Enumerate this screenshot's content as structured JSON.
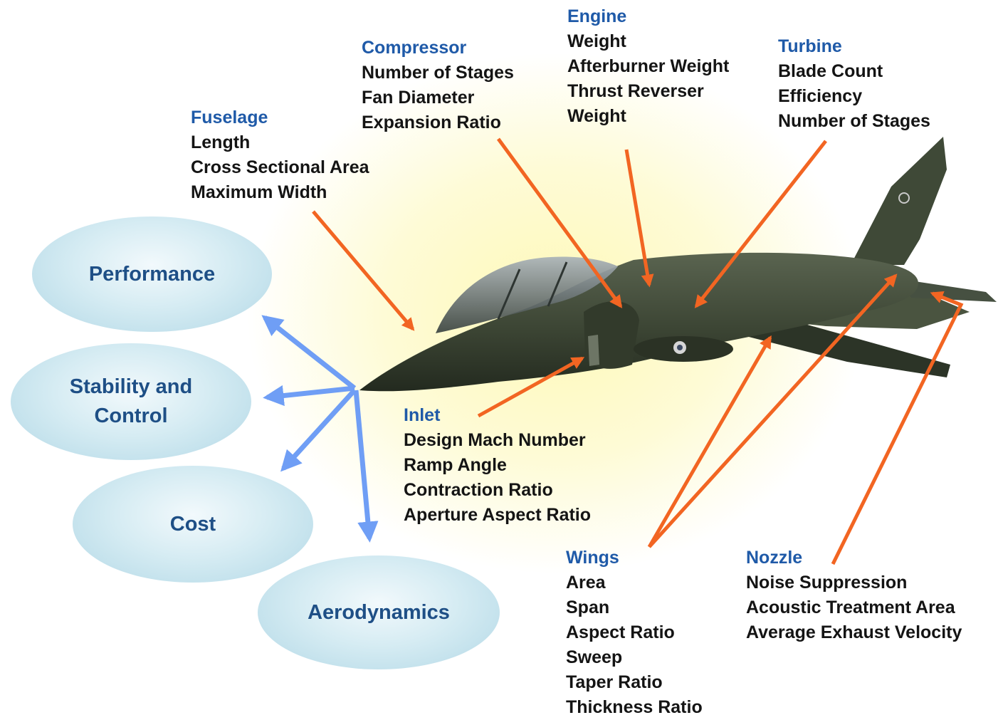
{
  "groups": {
    "fuselage": {
      "title": "Fuselage",
      "items": [
        "Length",
        "Cross Sectional Area",
        "Maximum Width"
      ]
    },
    "compressor": {
      "title": "Compressor",
      "items": [
        "Number of Stages",
        "Fan Diameter",
        "Expansion Ratio"
      ]
    },
    "engine": {
      "title": "Engine",
      "items": [
        "Weight",
        "Afterburner Weight",
        "Thrust Reverser",
        "Weight"
      ]
    },
    "turbine": {
      "title": "Turbine",
      "items": [
        "Blade Count",
        "Efficiency",
        "Number of Stages"
      ]
    },
    "inlet": {
      "title": "Inlet",
      "items": [
        "Design Mach Number",
        "Ramp Angle",
        "Contraction Ratio",
        "Aperture Aspect Ratio"
      ]
    },
    "wings": {
      "title": "Wings",
      "items": [
        "Area",
        "Span",
        "Aspect Ratio",
        "Sweep",
        "Taper Ratio",
        "Thickness Ratio"
      ]
    },
    "nozzle": {
      "title": "Nozzle",
      "items": [
        "Noise Suppression",
        "Acoustic Treatment Area",
        "Average Exhaust Velocity"
      ]
    }
  },
  "outcomes": {
    "performance": "Performance",
    "stability_line1": "Stability and",
    "stability_line2": "Control",
    "cost": "Cost",
    "aerodynamics": "Aerodynamics"
  },
  "colors": {
    "label_heading": "#1f5aa8",
    "label_text": "#141414",
    "oval_text": "#1e4f86",
    "arrow_orange": "#f26522",
    "arrow_blue": "#6f9ef5",
    "aircraft": "#3c4534",
    "background_glow": "#fdf8b8"
  }
}
